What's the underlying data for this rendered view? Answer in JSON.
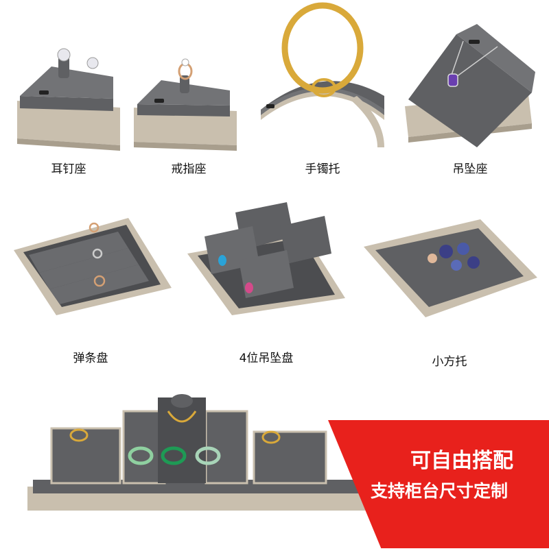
{
  "colors": {
    "velvet": "#5f6063",
    "velvet_dark": "#4c4d50",
    "velvet_light": "#727376",
    "champagne": "#c9bfae",
    "champagne_dark": "#a89e8d",
    "gold": "#d9a93a",
    "banner": "#e8211c"
  },
  "products": {
    "row1": [
      {
        "label": "耳钉座",
        "icon": "earring-stand-icon"
      },
      {
        "label": "戒指座",
        "icon": "ring-stand-icon"
      },
      {
        "label": "手镯托",
        "icon": "bangle-holder-icon"
      },
      {
        "label": "吊坠座",
        "icon": "pendant-stand-icon"
      }
    ],
    "row2": [
      {
        "label": "弹条盘",
        "icon": "ring-slot-tray-icon"
      },
      {
        "label": "4位吊坠盘",
        "icon": "four-pendant-tray-icon"
      },
      {
        "label": "小方托",
        "icon": "square-tray-icon"
      }
    ]
  },
  "banner": {
    "line1": "可自由搭配",
    "line2": "支持柜台尺寸定制"
  }
}
